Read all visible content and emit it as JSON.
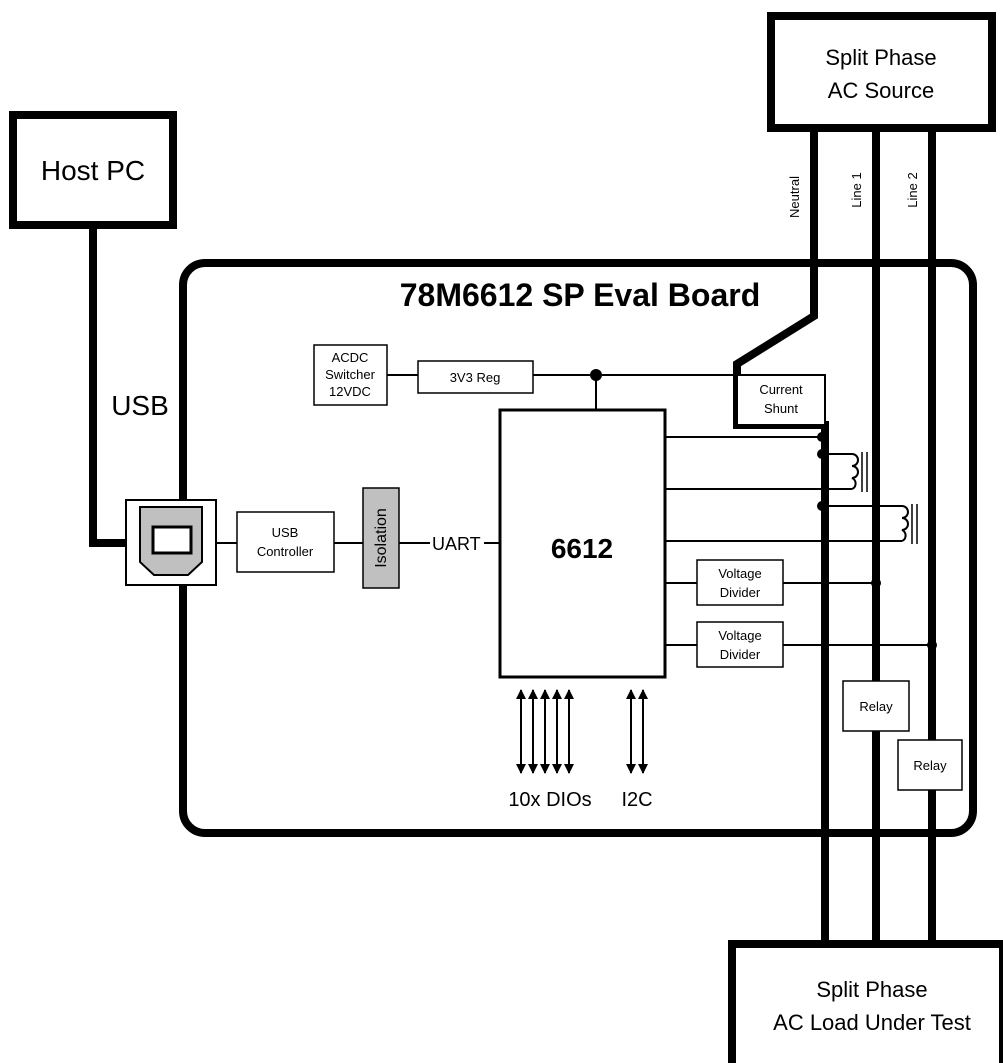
{
  "board": {
    "title": "78M6612 SP Eval Board"
  },
  "host_pc": {
    "label": "Host PC"
  },
  "usb_link": {
    "label": "USB"
  },
  "ac_source": {
    "line1": "Split Phase",
    "line2": "AC Source"
  },
  "ac_load": {
    "line1": "Split Phase",
    "line2": "AC Load Under Test"
  },
  "wires": {
    "neutral": "Neutral",
    "line1": "Line 1",
    "line2": "Line 2"
  },
  "acdc": {
    "line1": "ACDC",
    "line2": "Switcher",
    "line3": "12VDC"
  },
  "regulator": {
    "label": "3V3 Reg"
  },
  "shunt": {
    "line1": "Current",
    "line2": "Shunt"
  },
  "usb_controller": {
    "line1": "USB",
    "line2": "Controller"
  },
  "isolation": {
    "label": "Isolation"
  },
  "uart": {
    "label": "UART"
  },
  "chip": {
    "label": "6612"
  },
  "voltage_divider_1": {
    "line1": "Voltage",
    "line2": "Divider"
  },
  "voltage_divider_2": {
    "line1": "Voltage",
    "line2": "Divider"
  },
  "relay_1": {
    "label": "Relay"
  },
  "relay_2": {
    "label": "Relay"
  },
  "dio": {
    "label": "10x DIOs"
  },
  "i2c": {
    "label": "I2C"
  },
  "colors": {
    "line": "#000000",
    "background": "#ffffff",
    "highlight_fill": "#c0c0c0"
  }
}
